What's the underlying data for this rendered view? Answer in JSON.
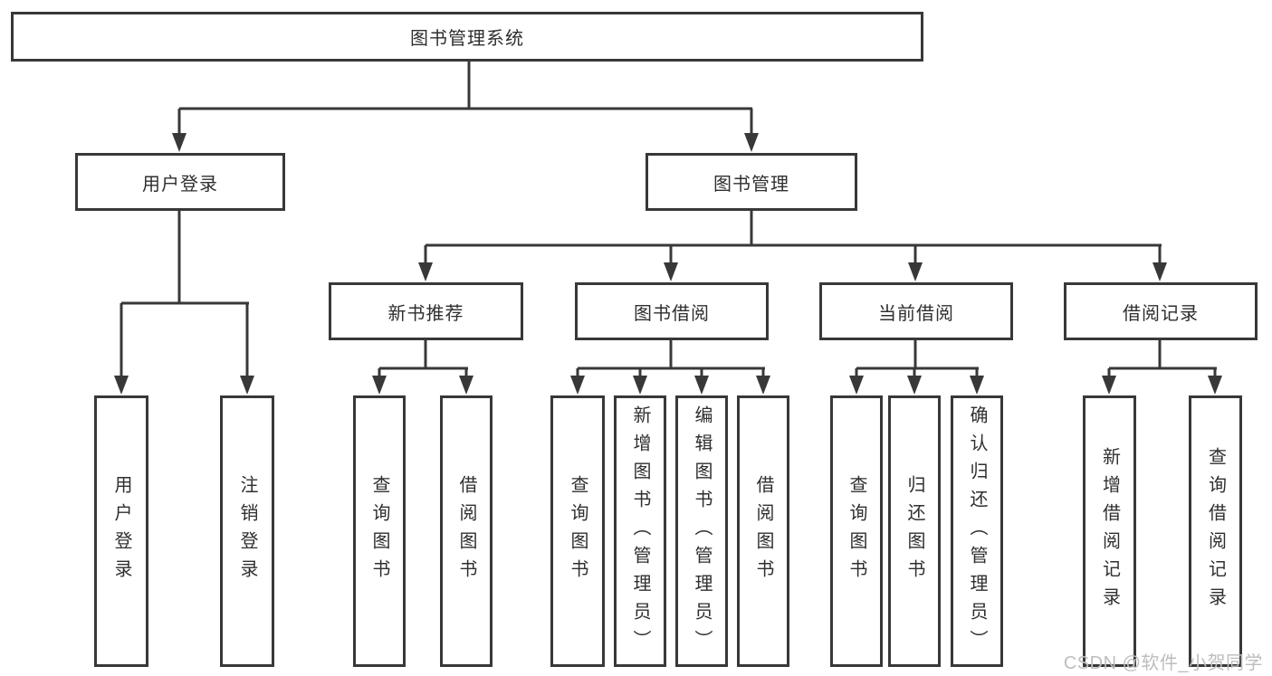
{
  "colors": {
    "line": "#383838",
    "box_border": "#383838",
    "text": "#2f2f2f",
    "background": "#ffffff",
    "watermark": "#bdbdbd"
  },
  "watermark": "CSDN @软件_小贺同学",
  "tree": {
    "label": "图书管理系统",
    "children": [
      {
        "label": "用户登录",
        "children": [
          {
            "label": "用户登录"
          },
          {
            "label": "注销登录"
          }
        ]
      },
      {
        "label": "图书管理",
        "children": [
          {
            "label": "新书推荐",
            "children": [
              {
                "label": "查询图书"
              },
              {
                "label": "借阅图书"
              }
            ]
          },
          {
            "label": "图书借阅",
            "children": [
              {
                "label": "查询图书"
              },
              {
                "label": "新增图书（管理员）"
              },
              {
                "label": "编辑图书（管理员）"
              },
              {
                "label": "借阅图书"
              }
            ]
          },
          {
            "label": "当前借阅",
            "children": [
              {
                "label": "查询图书"
              },
              {
                "label": "归还图书"
              },
              {
                "label": "确认归还（管理员）"
              }
            ]
          },
          {
            "label": "借阅记录",
            "children": [
              {
                "label": "新增借阅记录"
              },
              {
                "label": "查询借阅记录"
              }
            ]
          }
        ]
      }
    ]
  }
}
